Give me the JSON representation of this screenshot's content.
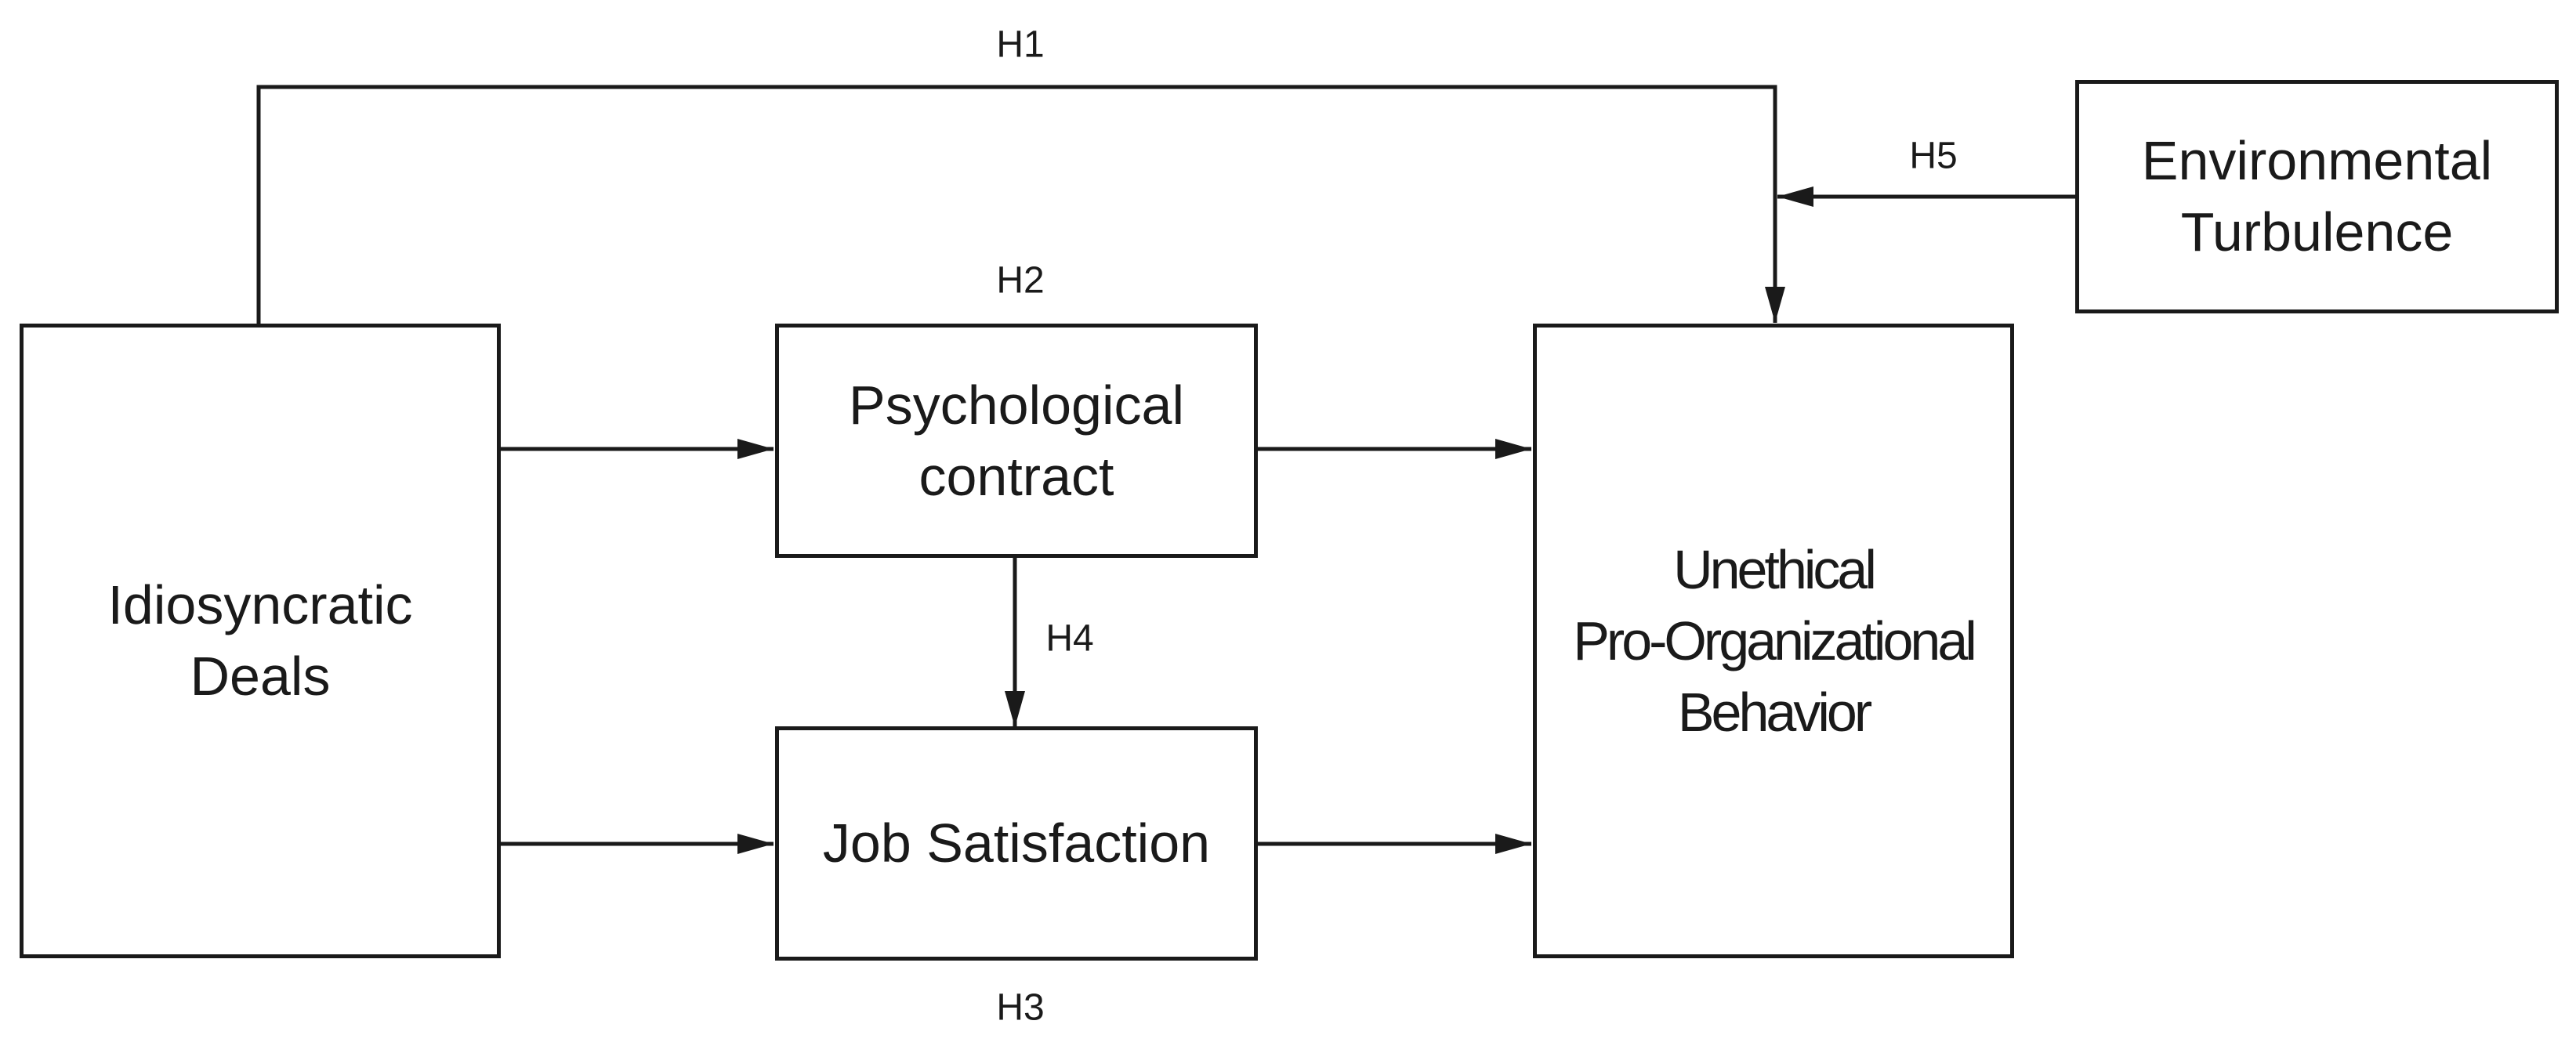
{
  "diagram": {
    "nodes": [
      {
        "id": "idiosyncratic-deals",
        "label": "Idiosyncratic\nDeals"
      },
      {
        "id": "psychological-contract",
        "label": "Psychological\ncontract"
      },
      {
        "id": "job-satisfaction",
        "label": "Job Satisfaction"
      },
      {
        "id": "unethical-pro-organizational-behavior",
        "label": "Unethical\nPro-Organizational\nBehavior"
      },
      {
        "id": "environmental-turbulence",
        "label": "Environmental\nTurbulence"
      }
    ],
    "hypotheses": {
      "h1": "H1",
      "h2": "H2",
      "h3": "H3",
      "h4": "H4",
      "h5": "H5"
    },
    "edges": [
      {
        "from": "idiosyncratic-deals",
        "to": "unethical-pro-organizational-behavior",
        "label": "H1"
      },
      {
        "from": "idiosyncratic-deals",
        "to": "psychological-contract",
        "label": "H2"
      },
      {
        "from": "psychological-contract",
        "to": "unethical-pro-organizational-behavior",
        "label": "H2"
      },
      {
        "from": "idiosyncratic-deals",
        "to": "job-satisfaction",
        "label": "H3"
      },
      {
        "from": "job-satisfaction",
        "to": "unethical-pro-organizational-behavior",
        "label": "H3"
      },
      {
        "from": "psychological-contract",
        "to": "job-satisfaction",
        "label": "H4"
      },
      {
        "from": "environmental-turbulence",
        "to": "H1-path",
        "label": "H5"
      }
    ]
  }
}
